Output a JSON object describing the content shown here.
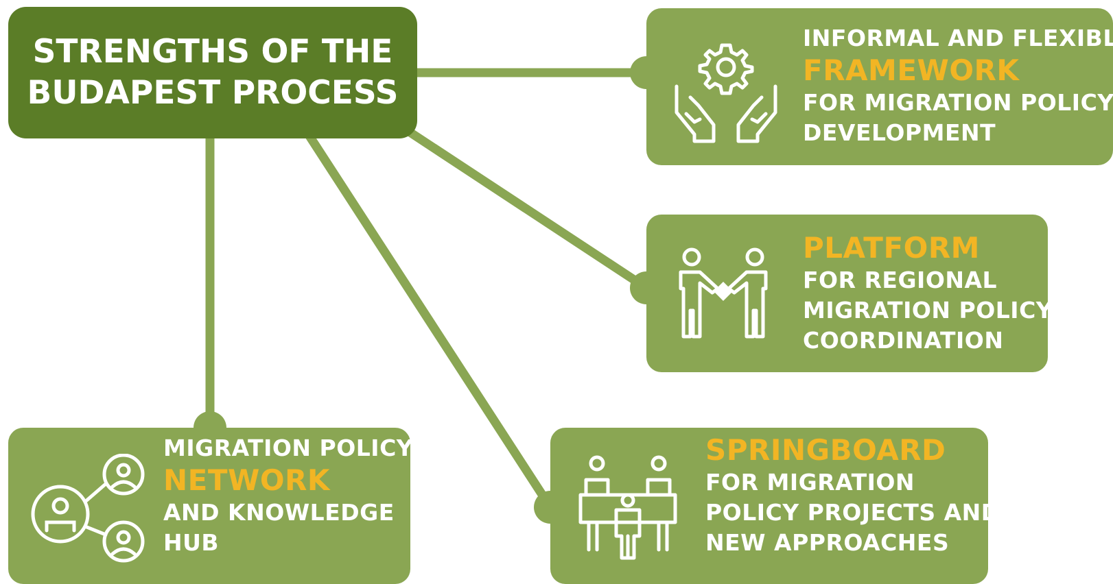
{
  "title": {
    "lines": [
      "STRENGTHS OF THE",
      "BUDAPEST PROCESS"
    ]
  },
  "boxes": {
    "framework": {
      "icon": "hands-holding-gear-icon",
      "line1": "INFORMAL AND FLEXIBLE",
      "highlight": "FRAMEWORK",
      "line2": "FOR MIGRATION POLICY",
      "line3": "DEVELOPMENT"
    },
    "platform": {
      "icon": "two-people-exchange-icon",
      "highlight": "PLATFORM",
      "line1": "FOR REGIONAL",
      "line2": "MIGRATION POLICY",
      "line3": "COORDINATION"
    },
    "network": {
      "icon": "connected-people-network-icon",
      "line1": "MIGRATION POLICY",
      "highlight": "NETWORK",
      "line2": "AND KNOWLEDGE",
      "line3": "HUB"
    },
    "springboard": {
      "icon": "people-around-table-icon",
      "highlight": "SPRINGBOARD",
      "line1": "FOR MIGRATION",
      "line2": "POLICY PROJECTS AND",
      "line3": "NEW APPROACHES"
    }
  },
  "colors": {
    "title_box": "#5b7d27",
    "box": "#8aa653",
    "highlight": "#f2b524",
    "text": "#ffffff"
  }
}
